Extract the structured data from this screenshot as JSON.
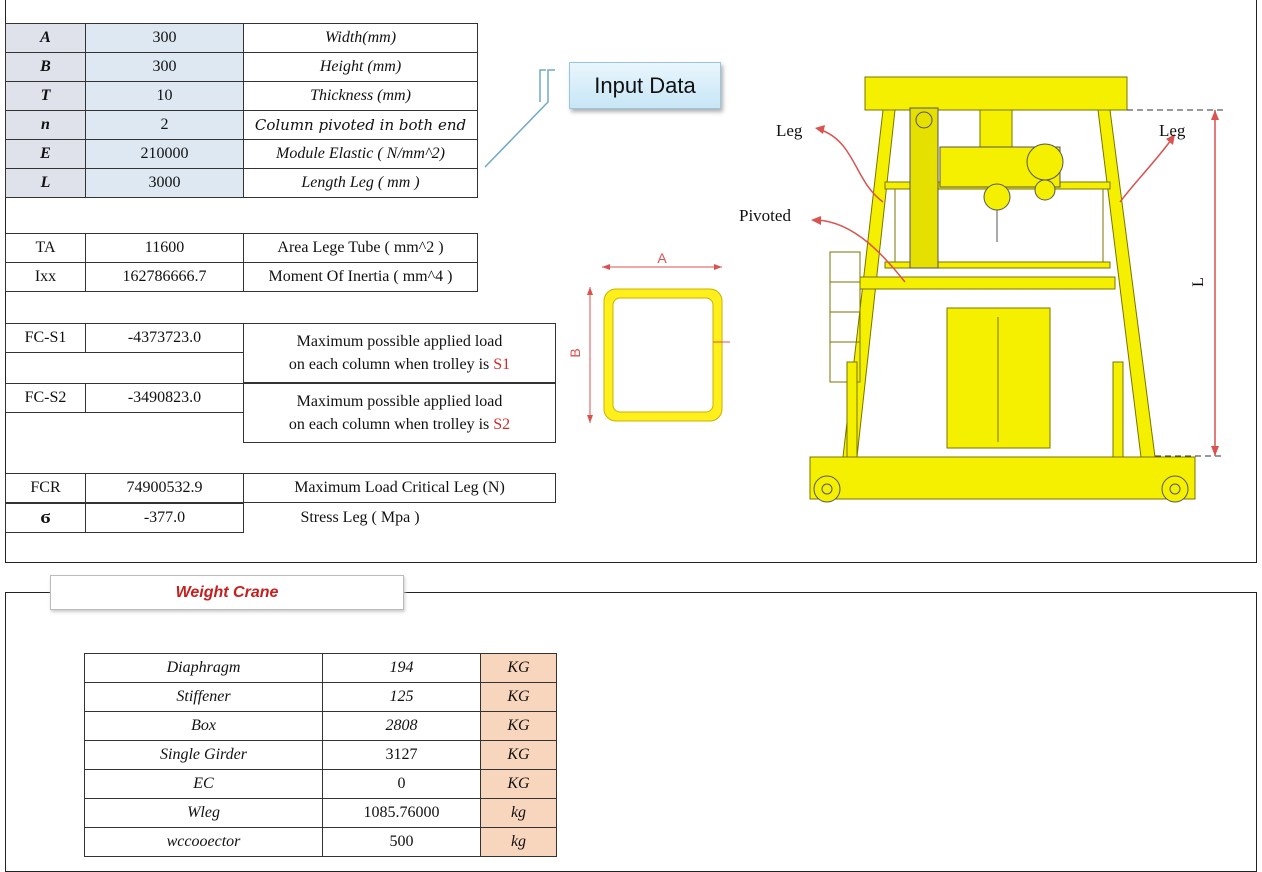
{
  "inputs": [
    {
      "sym": "A",
      "value": "300",
      "desc": "Width(mm)"
    },
    {
      "sym": "B",
      "value": "300",
      "desc": "Height (mm)"
    },
    {
      "sym": "T",
      "value": "10",
      "desc": "Thickness (mm)"
    },
    {
      "sym": "n",
      "value": "2",
      "desc": "Column pivoted in both end"
    },
    {
      "sym": "E",
      "value": "210000",
      "desc": "Module Elastic ( N/mm^2)"
    },
    {
      "sym": "L",
      "value": "3000",
      "desc": "Length Leg ( mm )"
    }
  ],
  "section_props": [
    {
      "sym": "TA",
      "value": "11600",
      "desc": "Area Lege Tube  ( mm^2 )"
    },
    {
      "sym": "Ixx",
      "value": "162786666.7",
      "desc": "Moment Of Inertia ( mm^4 )"
    }
  ],
  "loads": {
    "fcs1": {
      "sym": "FC-S1",
      "value": "-4373723.0",
      "line1": "Maximum possible applied load",
      "line2": "on each column when trolley is ",
      "tag": "S1"
    },
    "fcs2": {
      "sym": "FC-S2",
      "value": "-3490823.0",
      "line1": "Maximum possible applied load",
      "line2": "on each column when trolley is ",
      "tag": "S2"
    }
  },
  "critical": [
    {
      "sym": "FCR",
      "value": "74900532.9",
      "desc": "Maximum Load Critical Leg (N)"
    },
    {
      "sym": "ϭ",
      "value": "-377.0",
      "desc": "Stress Leg ( Mpa )"
    }
  ],
  "input_data_label": "Input Data",
  "tube_diagram": {
    "a_label": "A",
    "b_label": "B"
  },
  "crane_labels": {
    "leg_left": "Leg",
    "leg_right": "Leg",
    "pivoted": "Pivoted",
    "height": "L"
  },
  "weight": {
    "title": "Weight Crane",
    "rows": [
      {
        "name": "Diaphragm",
        "value": "194",
        "unit": "KG"
      },
      {
        "name": "Stiffener",
        "value": "125",
        "unit": "KG"
      },
      {
        "name": "Box",
        "value": "2808",
        "unit": "KG"
      },
      {
        "name": "Single Girder",
        "value": "3127",
        "unit": "KG"
      },
      {
        "name": "EC",
        "value": "0",
        "unit": "KG"
      },
      {
        "name": "Wleg",
        "value": "1085.76000",
        "unit": "kg"
      },
      {
        "name": "wccooector",
        "value": "500",
        "unit": "kg"
      }
    ]
  },
  "colors": {
    "crane_yellow": "#f4f000",
    "tube_yellow": "#ffef1a",
    "kg_fill": "#f8d5bd",
    "input_fill": "#dde8f3"
  }
}
